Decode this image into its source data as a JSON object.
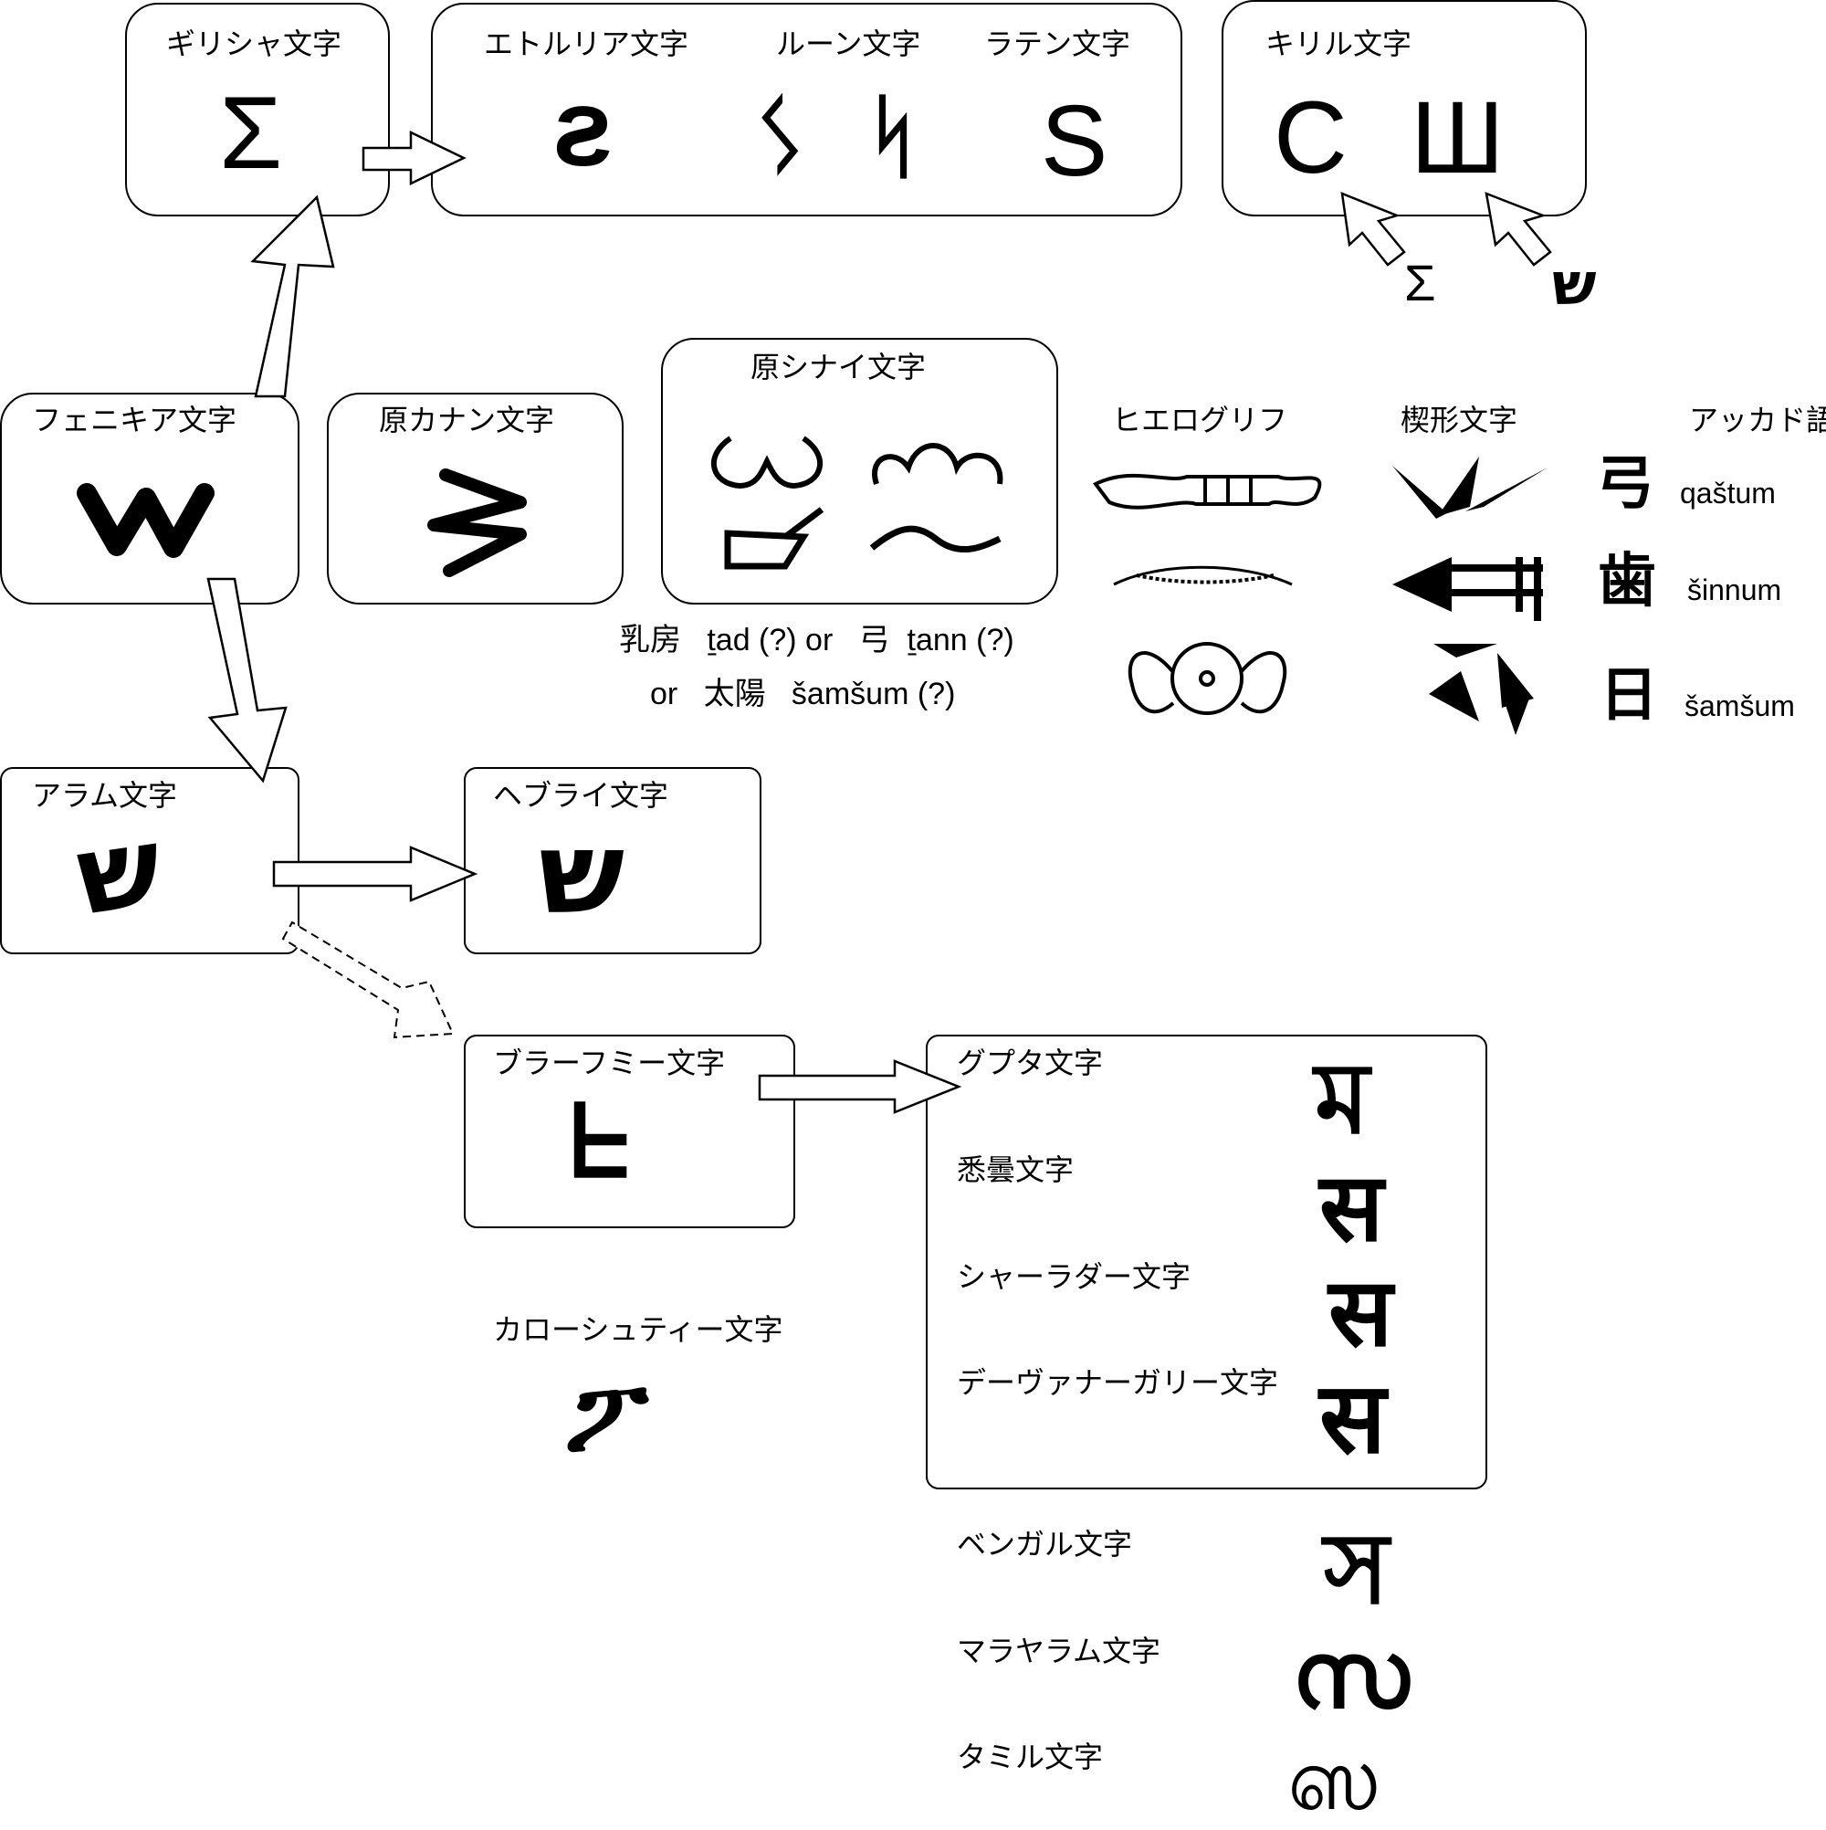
{
  "scripts": {
    "greek": {
      "label": "ギリシャ文字",
      "glyph": "Σ"
    },
    "etruscan": {
      "label": "エトルリア文字",
      "glyph": "ƨ"
    },
    "runic": {
      "label": "ルーン文字",
      "glyph": "ᛊ"
    },
    "latin": {
      "label": "ラテン文字",
      "glyph": "S"
    },
    "cyrillic": {
      "label": "キリル文字",
      "glyph1": "С",
      "glyph2": "Ш",
      "src1": "Σ",
      "src2": "ש"
    },
    "phoenician": {
      "label": "フェニキア文字",
      "glyph": "w"
    },
    "proto_canaanite": {
      "label": "原カナン文字",
      "glyph": "ʒ"
    },
    "proto_sinaitic": {
      "label": "原シナイ文字"
    },
    "aramaic": {
      "label": "アラム文字",
      "glyph": "ש"
    },
    "hebrew": {
      "label": "ヘブライ文字",
      "glyph": "ש"
    },
    "brahmi": {
      "label": "ブラーフミー文字",
      "glyph": "ᖶ"
    },
    "kharosthi": {
      "label": "カローシュティー文字",
      "glyph": "ፖ"
    },
    "gupta": {
      "label": "グプタ文字",
      "glyph": "ম"
    },
    "siddham": {
      "label": "悉曇文字",
      "glyph": "स"
    },
    "sharada": {
      "label": "シャーラダー文字",
      "glyph": "स"
    },
    "devanagari": {
      "label": "デーヴァナーガリー文字",
      "glyph": "स"
    },
    "bengali": {
      "label": "ベンガル文字",
      "glyph": "স"
    },
    "malayalam": {
      "label": "マラヤラム文字",
      "glyph": "സ"
    },
    "tamil": {
      "label": "タミル文字",
      "glyph": "ஸ"
    }
  },
  "sinaitic_note": {
    "line1_a": "乳房",
    "line1_b": "ṯad (?) or",
    "line1_c": "弓",
    "line1_d": "ṯann (?)",
    "line2_a": "or",
    "line2_b": "太陽",
    "line2_c": "šamšum (?)"
  },
  "columns": {
    "hieroglyph": "ヒエログリフ",
    "cuneiform": "楔形文字",
    "akkadian": "アッカド語"
  },
  "akkadian": [
    {
      "kanji": "弓",
      "word": "qaštum"
    },
    {
      "kanji": "歯",
      "word": "šinnum"
    },
    {
      "kanji": "日",
      "word": "šamšum"
    }
  ]
}
